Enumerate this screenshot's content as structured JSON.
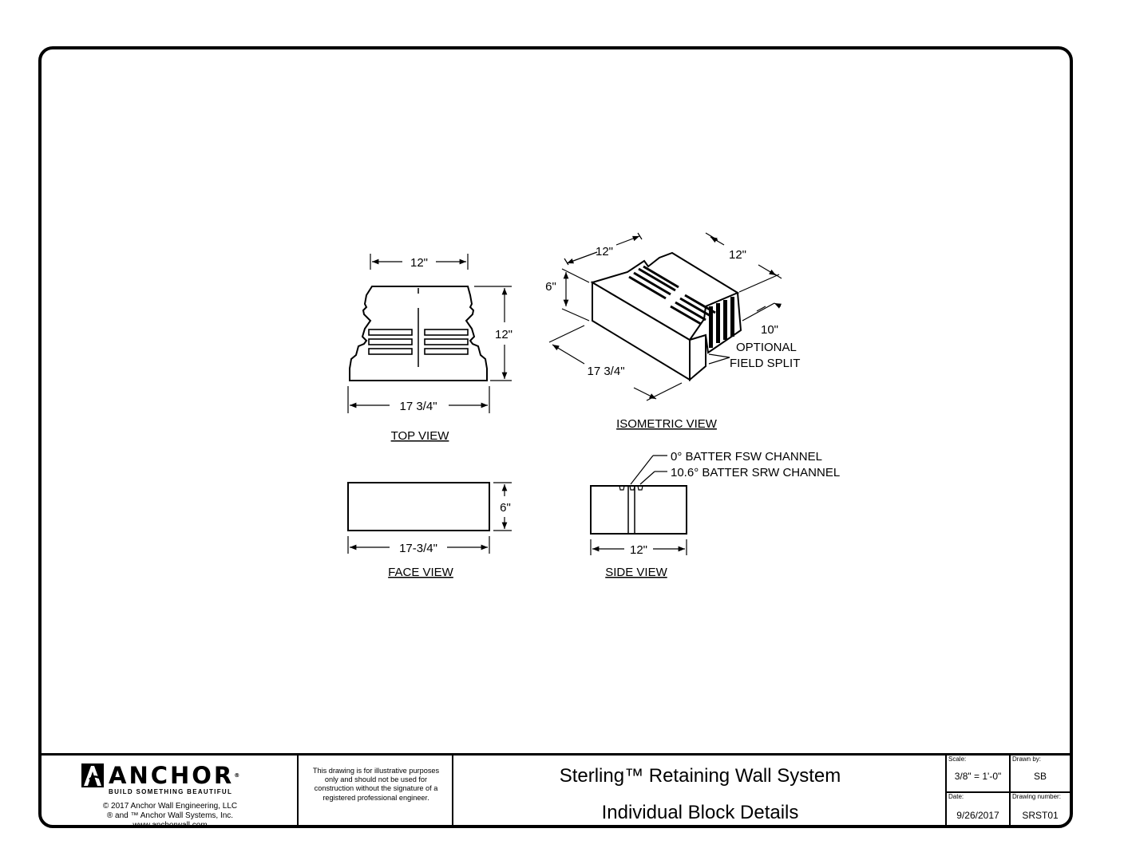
{
  "views": {
    "top": {
      "title": "TOP VIEW",
      "dim_top": "12\"",
      "dim_right": "12\"",
      "dim_bottom": "17 3/4\""
    },
    "isometric": {
      "title": "ISOMETRIC VIEW",
      "dim_top_left": "12\"",
      "dim_top_right": "12\"",
      "dim_height": "6\"",
      "dim_side": "10\"",
      "dim_length": "17 3/4\"",
      "callout_line1": "OPTIONAL",
      "callout_line2": "FIELD SPLIT"
    },
    "face": {
      "title": "FACE VIEW",
      "dim_height": "6\"",
      "dim_width": "17-3/4\""
    },
    "side": {
      "title": "SIDE VIEW",
      "dim_width": "12\"",
      "callout_fsw": "0° BATTER FSW CHANNEL",
      "callout_srw": "10.6° BATTER SRW CHANNEL"
    }
  },
  "title_block": {
    "logo": {
      "brand": "ANCHOR",
      "tagline": "BUILD SOMETHING BEAUTIFUL",
      "registered": "®"
    },
    "copyright_lines": [
      "© 2017 Anchor Wall Engineering, LLC",
      "® and ™ Anchor Wall Systems, Inc.",
      "www.anchorwall.com"
    ],
    "disclaimer": "This drawing is for illustrative purposes only and should not be used for construction without the signature of a registered professional engineer.",
    "title_line1": "Sterling™ Retaining Wall System",
    "title_line2": "Individual Block Details",
    "scale_label": "Scale:",
    "scale_value": "3/8\" = 1'-0\"",
    "drawn_by_label": "Drawn by:",
    "drawn_by_value": "SB",
    "date_label": "Date:",
    "date_value": "9/26/2017",
    "drawing_number_label": "Drawing number:",
    "drawing_number_value": "SRST01"
  }
}
